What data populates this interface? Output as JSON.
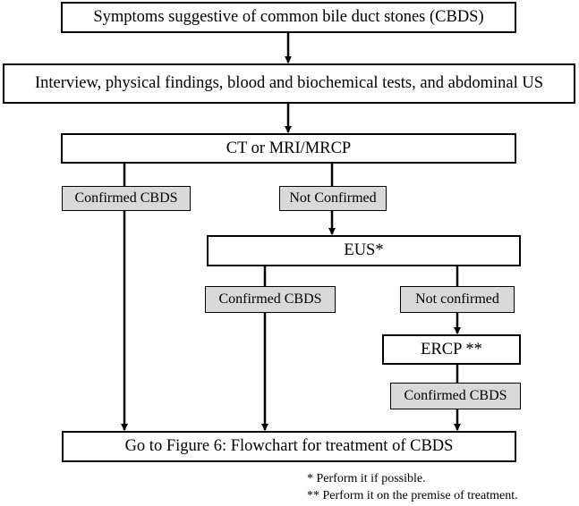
{
  "nodes": {
    "symptoms": "Symptoms suggestive of common bile duct stones (CBDS)",
    "workup": "Interview, physical findings, blood and biochemical tests, and abdominal US",
    "ct_mri": "CT or MRI/MRCP",
    "confirmed_1": "Confirmed CBDS",
    "not_confirmed_1": "Not Confirmed",
    "eus": "EUS*",
    "confirmed_2": "Confirmed CBDS",
    "not_confirmed_2": "Not confirmed",
    "ercp": "ERCP **",
    "confirmed_3": "Confirmed CBDS",
    "goto": "Go to Figure 6: Flowchart for treatment of CBDS"
  },
  "footnotes": {
    "single_star": "* Perform it if possible.",
    "double_star": "** Perform it on the premise of treatment."
  }
}
